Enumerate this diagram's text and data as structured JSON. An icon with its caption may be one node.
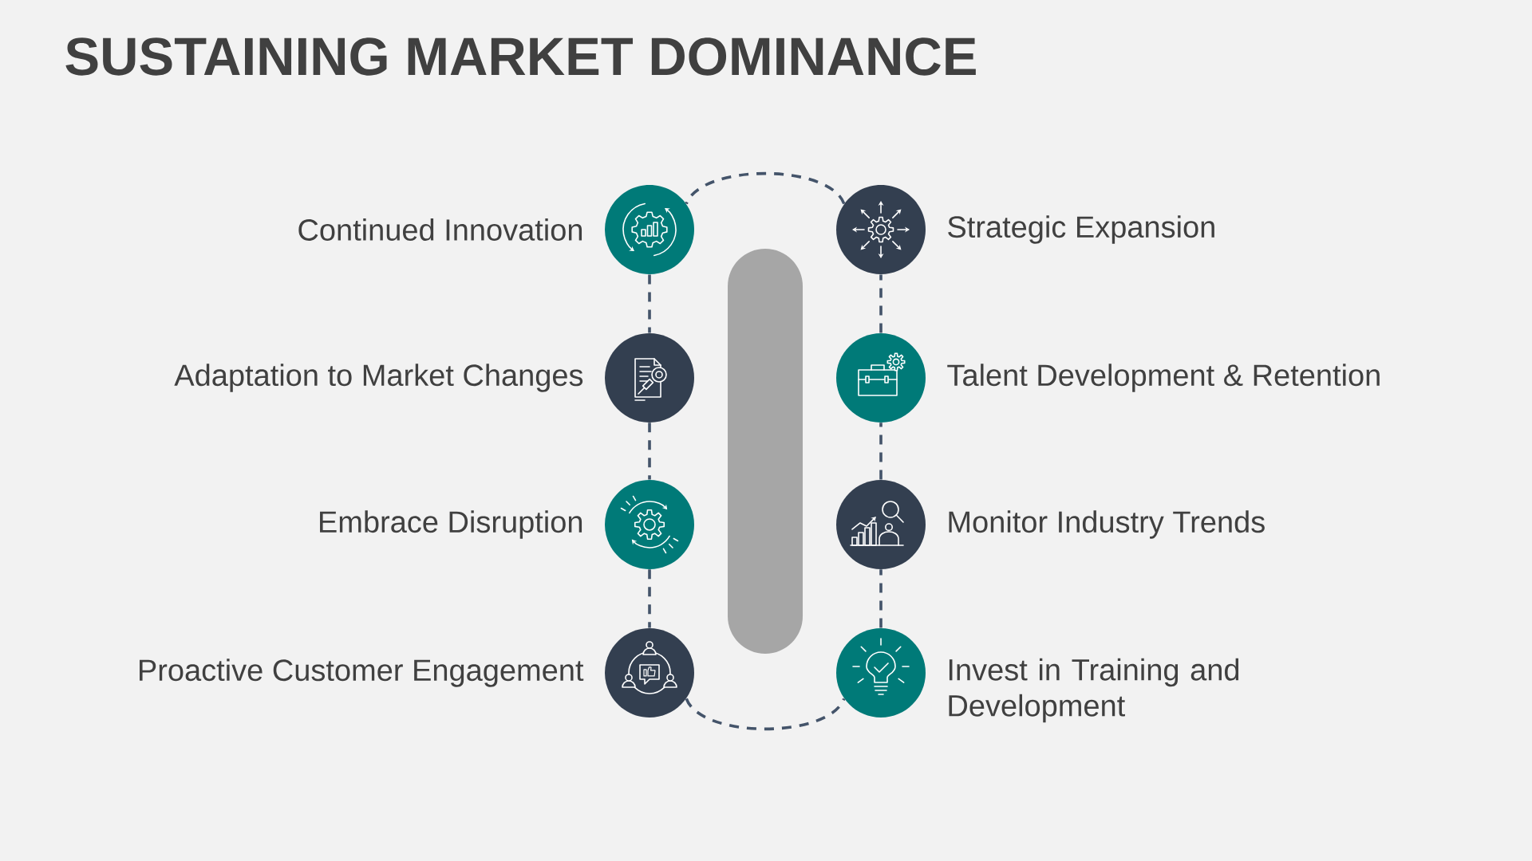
{
  "diagram": {
    "title": "SUSTAINING MARKET DOMINANCE",
    "nodes": [
      {
        "text": [],
        "shape": "circle",
        "beside": [
          "Continued Innovation"
        ]
      },
      {
        "text": [],
        "shape": "circle",
        "beside": [
          "Strategic Expansion"
        ]
      },
      {
        "text": [],
        "shape": "circle",
        "beside": [
          "Adaptation to Market Changes"
        ]
      },
      {
        "text": [],
        "shape": "circle",
        "beside": [
          "Talent Development & Retention"
        ]
      },
      {
        "text": [],
        "shape": "circle",
        "beside": [
          "Embrace Disruption"
        ]
      },
      {
        "text": [],
        "shape": "circle",
        "beside": [
          "Monitor Industry Trends"
        ]
      },
      {
        "text": [],
        "shape": "circle",
        "beside": [
          "Proactive Customer Engagement"
        ]
      },
      {
        "text": [],
        "shape": "circle",
        "beside": [
          "Invest in Training and Development"
        ]
      },
      {
        "text": [],
        "shape": "bar"
      }
    ],
    "edges": [
      {
        "from": 0,
        "to": 2,
        "arrow": "none",
        "style": "dashed"
      },
      {
        "from": 2,
        "to": 4,
        "arrow": "none",
        "style": "dashed"
      },
      {
        "from": 4,
        "to": 6,
        "arrow": "none",
        "style": "dashed"
      },
      {
        "from": 6,
        "to": 7,
        "arrow": "none",
        "style": "dashed"
      },
      {
        "from": 7,
        "to": 5,
        "arrow": "none",
        "style": "dashed"
      },
      {
        "from": 5,
        "to": 3,
        "arrow": "none",
        "style": "dashed"
      },
      {
        "from": 3,
        "to": 1,
        "arrow": "none",
        "style": "dashed"
      },
      {
        "from": 1,
        "to": 0,
        "arrow": "none",
        "style": "dashed"
      }
    ]
  }
}
